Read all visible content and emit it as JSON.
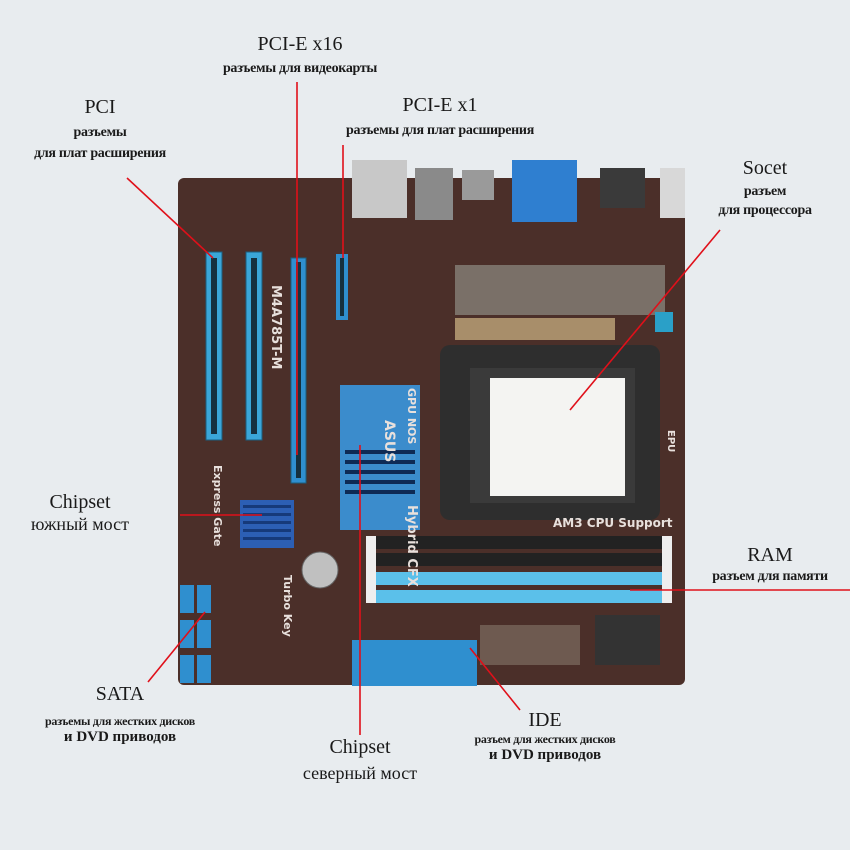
{
  "labels": {
    "pcie_x16": {
      "title": "PCI-E x16",
      "desc": "разъемы для видеокарты"
    },
    "pci": {
      "title": "PCI",
      "desc1": "разъемы",
      "desc2": "для плат расширения"
    },
    "pcie_x1": {
      "title": "PCI-E x1",
      "desc": "разъемы для плат расширения"
    },
    "socket": {
      "title": "Socet",
      "desc1": "разъем",
      "desc2": "для процессора"
    },
    "south_chipset": {
      "title": "Chipset",
      "desc": "южный мост"
    },
    "ram": {
      "title": "RAM",
      "desc": "разъем для памяти"
    },
    "sata": {
      "title": "SATA",
      "desc1": "разъемы для жестких дисков",
      "desc2": "и DVD приводов"
    },
    "north_chipset": {
      "title": "Chipset",
      "desc": "северный мост"
    },
    "ide": {
      "title": "IDE",
      "desc1": "разъем для жестких дисков",
      "desc2": "и DVD приводов"
    }
  },
  "board_silk": {
    "model": "M4A785T-M",
    "brand": "ASUS",
    "cpu_support": "AM3 CPU Support",
    "hybrid": "Hybrid CFX",
    "gpu": "GPU NOS",
    "express_gate": "Express Gate",
    "turbo_key": "Turbo Key",
    "epu": "EPU"
  },
  "colors": {
    "board": "#4b2f29",
    "slot_blue": "#3aa6d8",
    "pointer": "#e0101a"
  }
}
